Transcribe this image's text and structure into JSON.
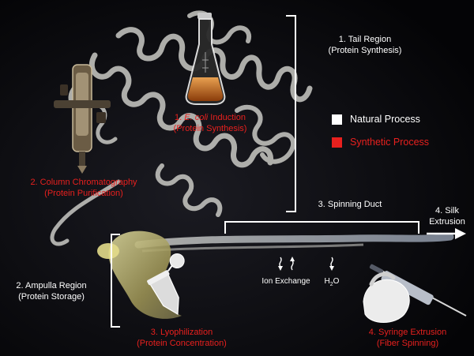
{
  "labels": {
    "tail": {
      "title": "1. Tail Region",
      "sub": "(Protein Synthesis)"
    },
    "ecoli": {
      "prefix": "1. ",
      "italic": "E. coli",
      "suffix": " Induction",
      "sub": "(Protein Synthesis)"
    },
    "column": {
      "title": "2. Column Chromatography",
      "sub": "(Protein Purification)"
    },
    "ampulla": {
      "title": "2. Ampulla Region",
      "sub": "(Protein Storage)"
    },
    "lyo": {
      "title": "3. Lyophilization",
      "sub": "(Protein Concentration)"
    },
    "syringe": {
      "title": "4. Syringe Extrusion",
      "sub": "(Fiber Spinning)"
    },
    "duct": {
      "title": "3. Spinning Duct"
    },
    "silk": {
      "line1": "4. Silk",
      "line2": "Extrusion"
    },
    "ion": {
      "title": "Ion Exchange"
    },
    "h2o": {
      "main": "H",
      "subscript": "2",
      "tail": "O"
    }
  },
  "legend": {
    "natural": {
      "label": "Natural Process",
      "color": "#ffffff"
    },
    "synthetic": {
      "label": "Synthetic Process",
      "color": "#e8201e"
    }
  },
  "icons": [
    "erlenmeyer-flask-icon",
    "chromatography-column-icon",
    "microcentrifuge-tube-icon",
    "syringe-hand-icon"
  ]
}
